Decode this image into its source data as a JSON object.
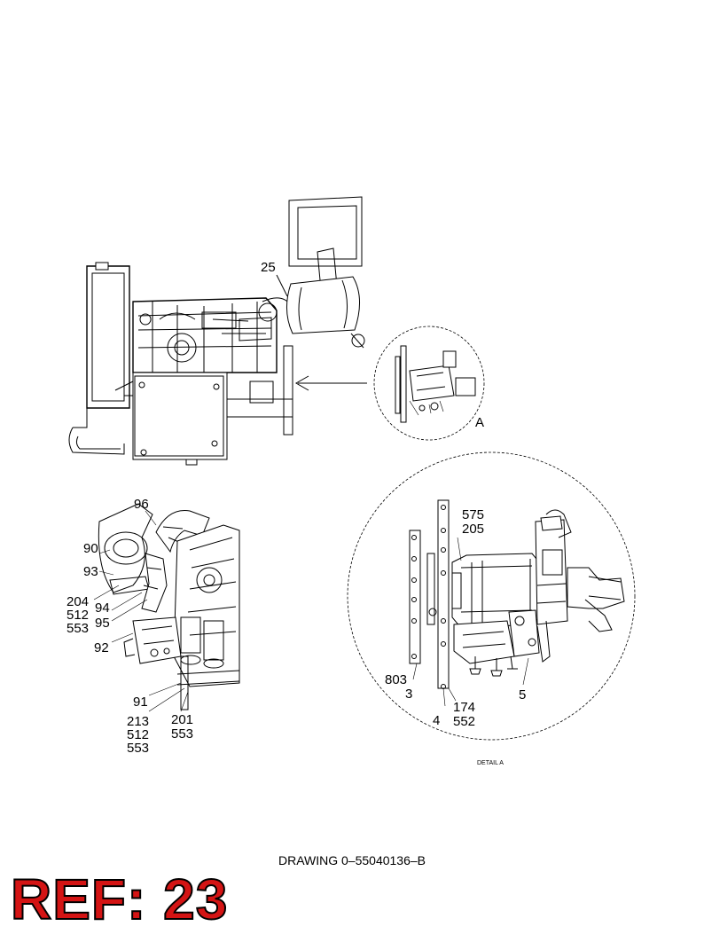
{
  "overview": {
    "callout_25": "25",
    "detail_letter": "A"
  },
  "left_view": {
    "callouts": {
      "c96": "96",
      "c90": "90",
      "c93": "93",
      "c204": "204",
      "c512a": "512",
      "c553a": "553",
      "c94": "94",
      "c95": "95",
      "c92": "92",
      "c91": "91",
      "c213": "213",
      "c512b": "512",
      "c553b": "553",
      "c201": "201",
      "c553c": "553"
    }
  },
  "detail_a": {
    "callouts": {
      "c575": "575",
      "c205": "205",
      "c803": "803",
      "c3": "3",
      "c4": "4",
      "c174": "174",
      "c552": "552",
      "c5": "5"
    },
    "caption": "DETAIL A"
  },
  "drawing_number": "DRAWING 0–55040136–B",
  "ref_badge": "REF: 23"
}
